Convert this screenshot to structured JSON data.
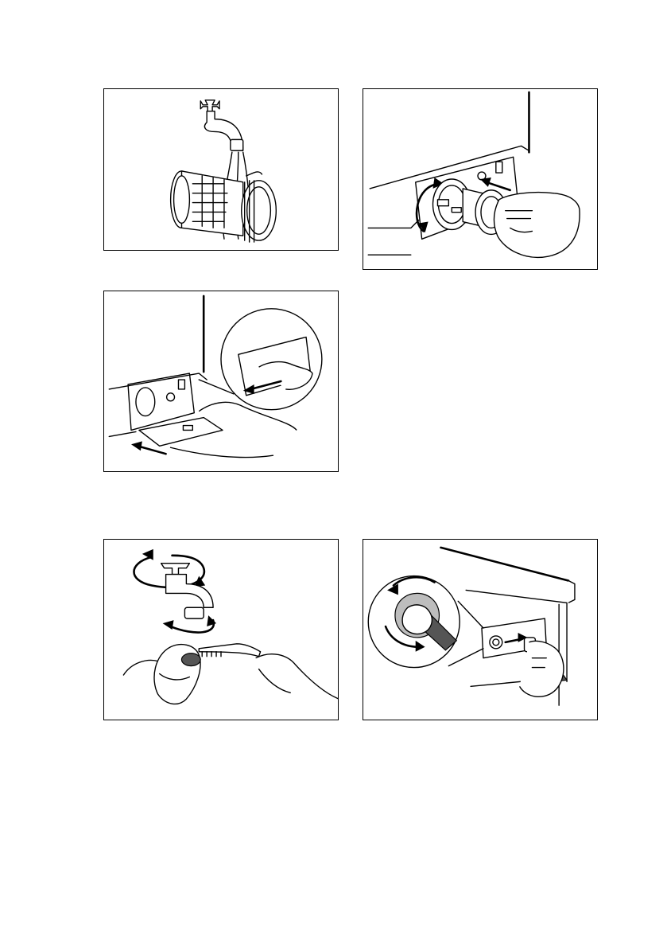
{
  "figures": [
    {
      "id": "rinse-filter",
      "icons": [
        "tap-icon",
        "filter-icon",
        "water-stream-icon"
      ]
    },
    {
      "id": "insert-filter",
      "icons": [
        "filter-icon",
        "rotate-arrow-icon",
        "hand-icon"
      ]
    },
    {
      "id": "close-flap",
      "icons": [
        "flap-icon",
        "push-arrow-icon",
        "hand-icon"
      ]
    },
    {
      "id": "clean-tap-hose",
      "icons": [
        "tap-icon",
        "rotate-arrow-icon",
        "brush-icon",
        "hose-icon"
      ]
    },
    {
      "id": "unscrew-inlet-hose",
      "icons": [
        "hose-icon",
        "rotate-arrow-icon",
        "pull-arrow-icon",
        "hand-icon"
      ]
    }
  ]
}
